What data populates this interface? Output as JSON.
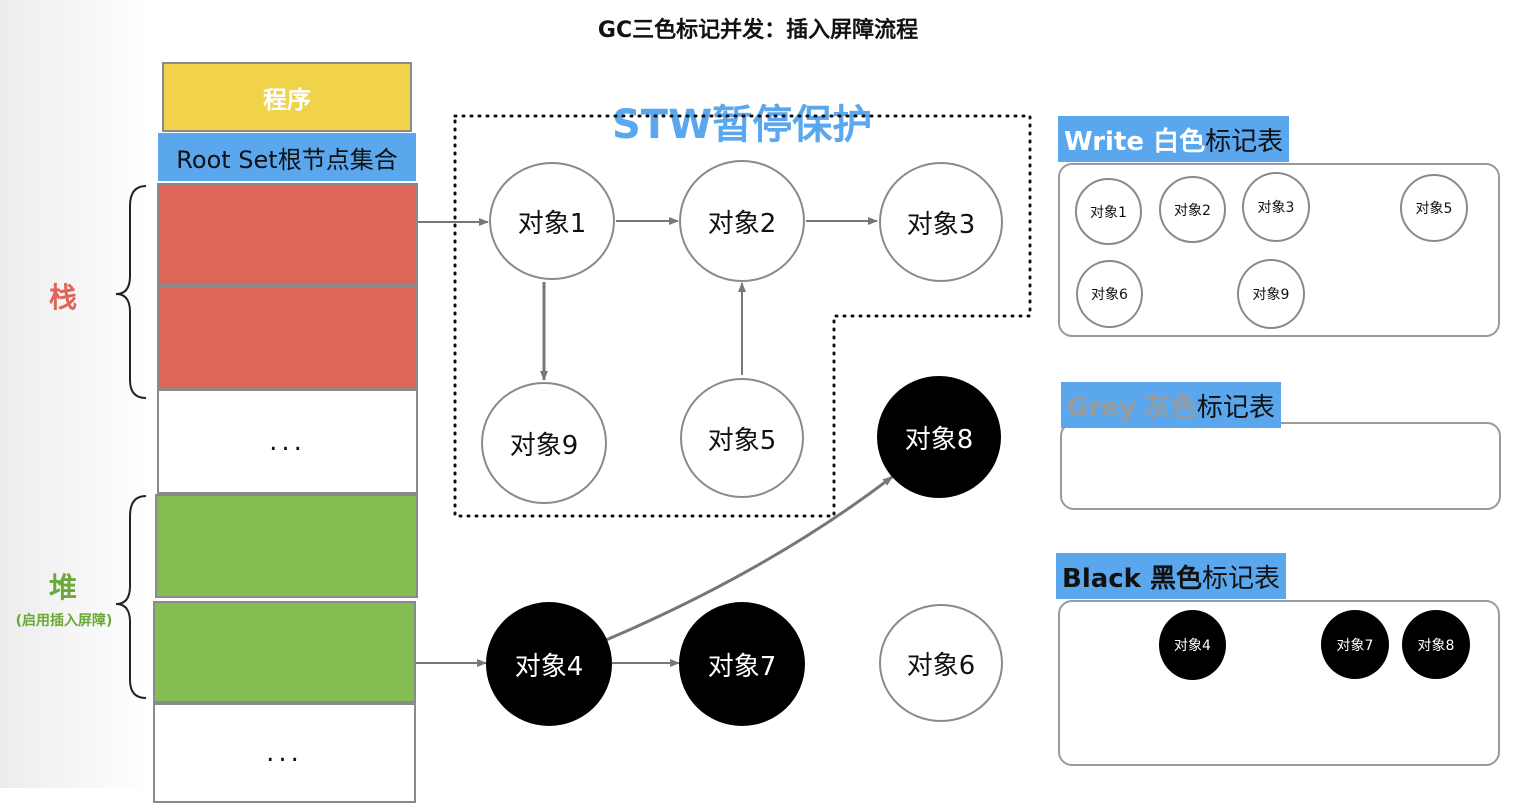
{
  "title": "GC三色标记并发：插入屏障流程",
  "left_column": {
    "program_label": "程序",
    "root_set_label": "Root Set根节点集合",
    "stack_label": "栈",
    "heap_label": "堆",
    "heap_note": "(启用插入屏障)",
    "ellipsis_top": "...",
    "ellipsis_bottom": "..."
  },
  "stw": {
    "label": "STW暂停保护"
  },
  "colors": {
    "red_block": "#dd6559",
    "green_block": "#84bd52",
    "program_block": "#f0d24b",
    "accent_blue": "#5aa7ee",
    "stack_text": "#dd6559",
    "heap_text": "#6aa93a",
    "grey_text": "#9a9a9a"
  },
  "nodes": {
    "obj1": "对象1",
    "obj2": "对象2",
    "obj3": "对象3",
    "obj9": "对象9",
    "obj5": "对象5",
    "obj8": "对象8",
    "obj4": "对象4",
    "obj7": "对象7",
    "obj6": "对象6"
  },
  "tables": {
    "white": {
      "label_bold": "Write 白色",
      "label_rest": "标记表",
      "items": [
        "对象1",
        "对象2",
        "对象3",
        "对象5",
        "对象6",
        "对象9"
      ]
    },
    "grey": {
      "label_bold": "Grey 灰色",
      "label_rest": "标记表",
      "items": []
    },
    "black": {
      "label_bold": "Black 黑色",
      "label_rest": "标记表",
      "items": [
        "对象4",
        "对象7",
        "对象8"
      ]
    }
  }
}
